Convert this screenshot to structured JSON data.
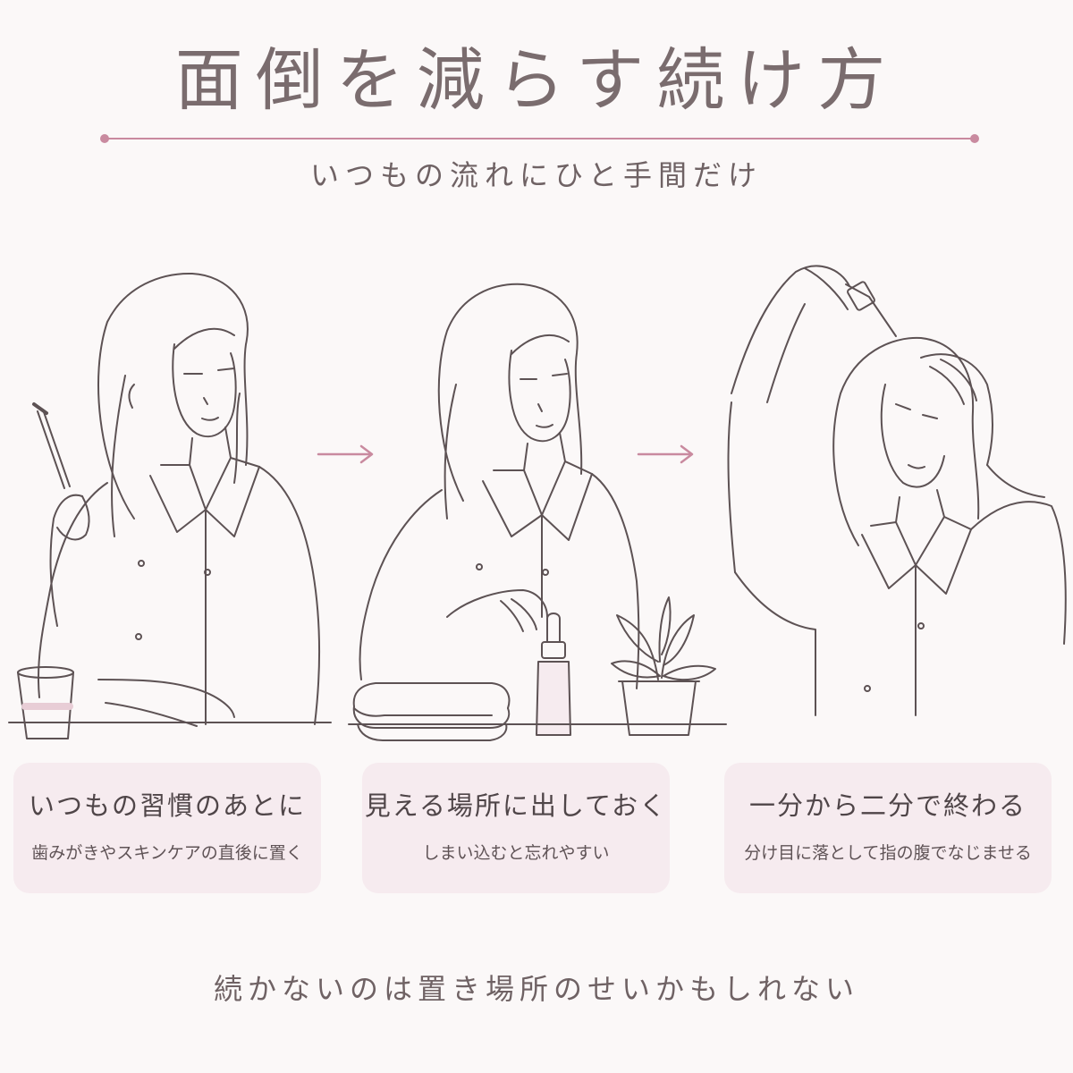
{
  "header": {
    "title": "面倒を減らす続け方",
    "subtitle": "いつもの流れにひと手間だけ"
  },
  "steps": [
    {
      "title": "いつもの習慣のあとに",
      "desc": "歯みがきやスキンケアの直後に置く",
      "illustration": "woman-with-toothbrush"
    },
    {
      "title": "見える場所に出しておく",
      "desc": "しまい込むと忘れやすい",
      "illustration": "woman-with-towels-dropper-plant"
    },
    {
      "title": "一分から二分で終わる",
      "desc": "分け目に落として指の腹でなじませる",
      "illustration": "woman-applying-scalp-serum"
    }
  ],
  "footer": {
    "text": "続かないのは置き場所のせいかもしれない"
  },
  "colors": {
    "accent": "#c98a9f",
    "card_bg": "#f6ebef",
    "line": "#5d5254",
    "bg": "#fbf8f8"
  }
}
